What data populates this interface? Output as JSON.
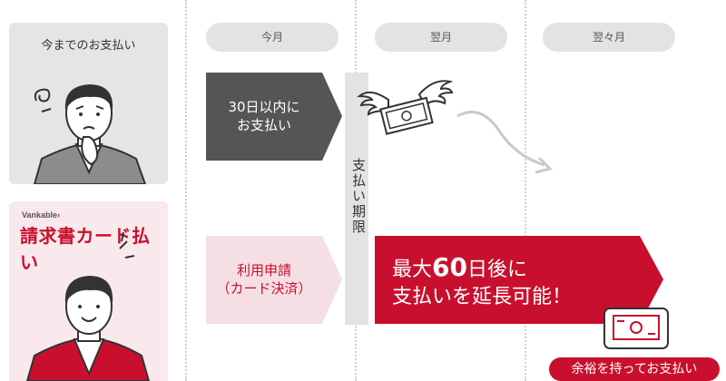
{
  "current_panel": {
    "title": "今までのお支払い"
  },
  "new_panel": {
    "brand": "Vankable",
    "brand_mark": "›",
    "title": "請求書カード払い"
  },
  "timeline": {
    "labels": [
      "今月",
      "翌月",
      "翌々月"
    ]
  },
  "current_flow": {
    "text": "30日以内に\nお支払い"
  },
  "deadline": {
    "label": "支払い期限"
  },
  "new_flow": {
    "apply_text": "利用申請\n（カード決済）",
    "line1_prefix": "最大",
    "line1_number": "60",
    "line1_suffix": "日後に",
    "line2": "支払いを延長可能！"
  },
  "callout": {
    "text": "余裕を持ってお支払い"
  },
  "colors": {
    "brand_red": "#c8102e",
    "dark_gray": "#555555",
    "light_gray": "#e3e3e3",
    "pink": "#f9e9ec",
    "pale_pink": "#f6dfe4"
  },
  "icons": [
    "dizzy-icon",
    "worried-man-illustration",
    "winged-money-icon",
    "curved-arrow-icon",
    "happy-man-illustration",
    "card-money-icon"
  ]
}
